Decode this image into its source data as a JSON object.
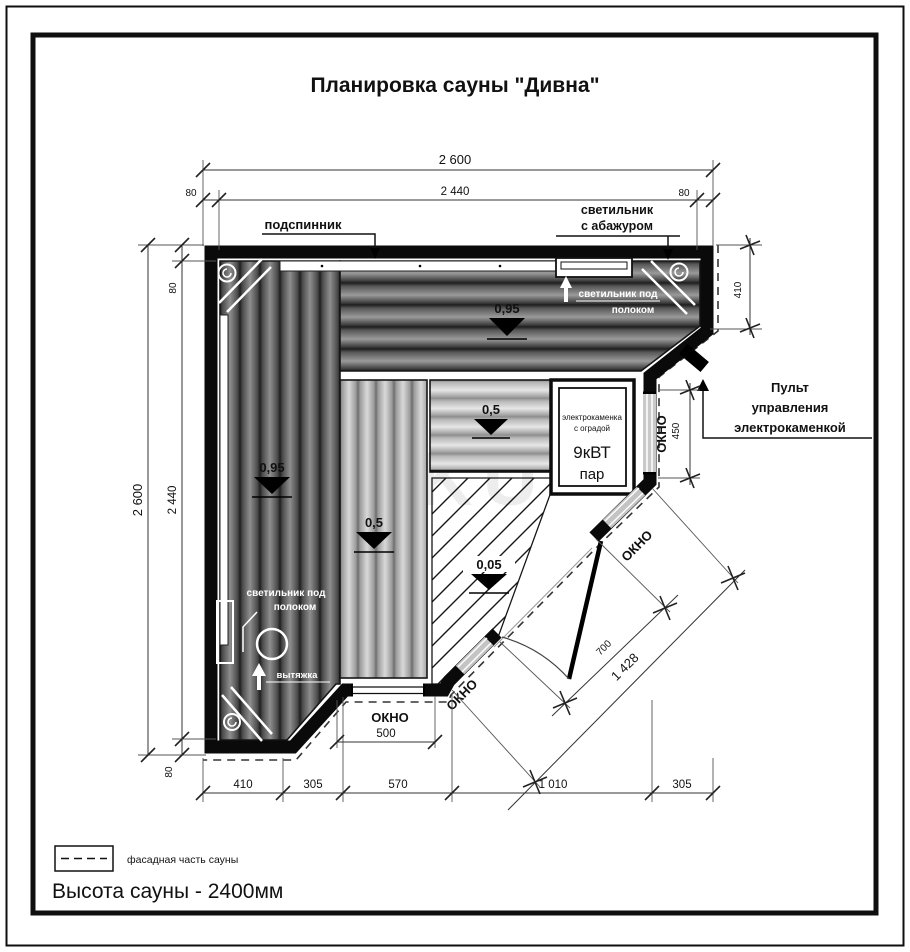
{
  "title": "Планировка сауны \"Дивна\"",
  "note": "Высота сауны - 2400мм",
  "watermark": "SAKU",
  "legend": {
    "dashed_label": "фасадная часть сауны"
  },
  "plan": {
    "labels": {
      "backrest": "подспинник",
      "lamp_shade_line1": "светильник",
      "lamp_shade_line2": "с абажуром",
      "lamp_under_shelf_line1": "светильник под",
      "lamp_under_shelf_line2": "полоком",
      "control_line1": "Пульт",
      "control_line2": "управления",
      "control_line3": "электрокаменкой",
      "exhaust": "вытяжка",
      "window": "ОКНО"
    },
    "heater": {
      "line1": "электрокаменка",
      "line2": "с оградой",
      "power": "9кВТ",
      "type": "пар"
    },
    "elevations": {
      "bench_top": "0,95",
      "bench_left": "0,95",
      "bench_mid_left": "0,5",
      "bench_mid": "0,5",
      "floor": "0,05"
    },
    "dimensions": {
      "top_total": "2 600",
      "top_inner": "2 440",
      "top_left_offset": "80",
      "top_right_offset": "80",
      "left_total": "2 600",
      "left_inner": "2 440",
      "left_top_offset": "80",
      "left_bottom_offset": "80",
      "right_bevel": "410",
      "right_window": "450",
      "door_width": "700",
      "front_total": "1 428",
      "bottom_window": "500",
      "bottom": [
        "410",
        "305",
        "570",
        "1 010",
        "305"
      ]
    }
  }
}
